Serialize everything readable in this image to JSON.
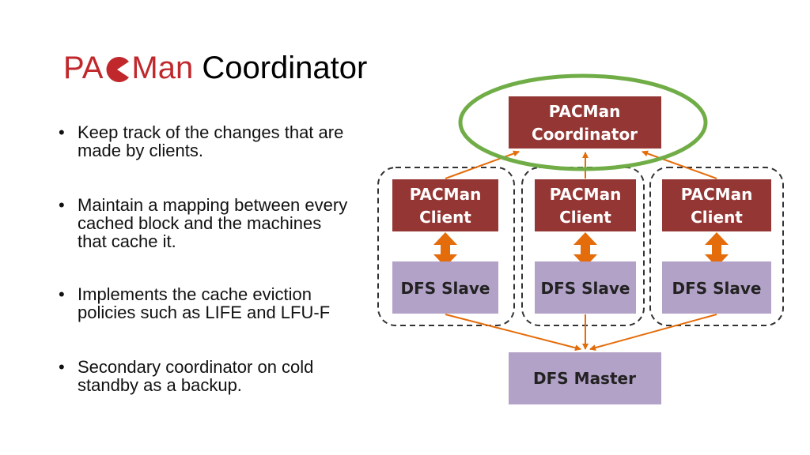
{
  "slide": {
    "title_red": "PA",
    "title_red2": "Man",
    "title_rest": "Coordinator",
    "logo_icon": "pacman-icon"
  },
  "bullets": [
    "Keep track of the changes that are made by clients.",
    "Maintain a mapping between every cached block and the machines that cache it.",
    "Implements the cache eviction policies such as LIFE and LFU-F",
    "Secondary coordinator on cold standby as a backup."
  ],
  "diagram": {
    "coordinator": [
      "PACMan",
      "Coordinator"
    ],
    "clients": [
      [
        "PACMan",
        "Client"
      ],
      [
        "PACMan",
        "Client"
      ],
      [
        "PACMan",
        "Client"
      ]
    ],
    "slaves": [
      "DFS Slave",
      "DFS Slave",
      "DFS Slave"
    ],
    "master": "DFS Master",
    "colors": {
      "red_box": "#943634",
      "purple_box": "#B3A2C7",
      "arrow": "#E46C0A",
      "highlight_ring": "#70AD47",
      "dashed": "#333333"
    }
  }
}
